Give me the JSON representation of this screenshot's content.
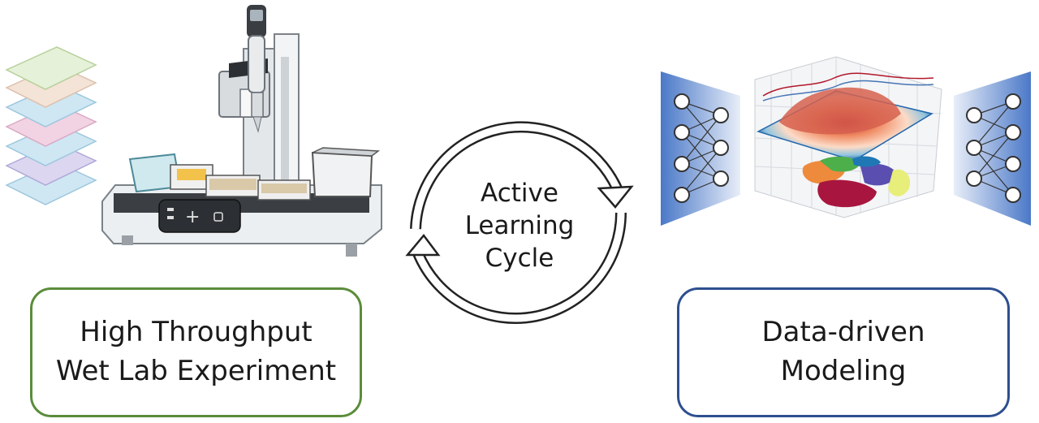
{
  "cycle": {
    "lines": [
      "Active",
      "Learning",
      "Cycle"
    ]
  },
  "left_box": {
    "lines": [
      "High Throughput",
      "Wet Lab Experiment"
    ],
    "border_color": "#5b8c3a"
  },
  "right_box": {
    "lines": [
      "Data-driven",
      "Modeling"
    ],
    "border_color": "#2e4f8f"
  },
  "illustrations": {
    "left": [
      "microplate-stack-icon",
      "liquid-handling-robot-icon",
      "pipette-icon"
    ],
    "right": [
      "neural-network-encoder-icon",
      "3d-surface-plot-icon",
      "neural-network-decoder-icon"
    ]
  }
}
